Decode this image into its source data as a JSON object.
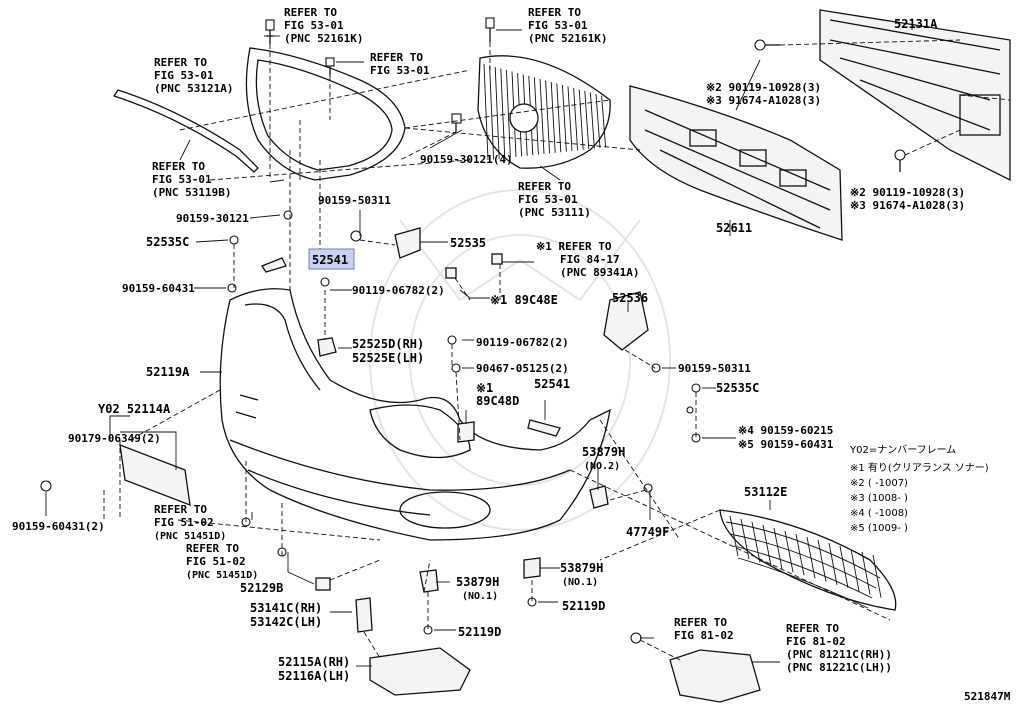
{
  "diagram_id": "521847M",
  "labels": {
    "refer_grille_top_left": [
      "REFER TO",
      "FIG 53-01",
      "(PNC 52161K)"
    ],
    "refer_grille_top_right": [
      "REFER TO",
      "FIG 53-01",
      "(PNC 52161K)"
    ],
    "refer_grille_frame": [
      "REFER TO",
      "FIG 53-01",
      "(PNC 53121A)"
    ],
    "refer_clip_fig": [
      "REFER TO",
      "FIG 53-01"
    ],
    "refer_molding": [
      "REFER TO",
      "FIG 53-01",
      "(PNC 53119B)"
    ],
    "refer_grille_center": [
      "REFER TO",
      "FIG 53-01",
      "(PNC 53111)"
    ],
    "p90159_30121_4": "90159-30121(4)",
    "p90159_30121": "90159-30121",
    "p90159_50311_top": "90159-50311",
    "p52535": "52535",
    "p52535C_left": "52535C",
    "p52541_highlight": "52541",
    "refer_fig84": [
      "※1 REFER TO",
      "FIG 84-17",
      "(PNC 89341A)"
    ],
    "p90159_60431_left": "90159-60431",
    "p90119_06782_2_a": "90119-06782(2)",
    "p89C48E": "※1 89C48E",
    "p52525D": "52525D(RH)",
    "p52525E": "52525E(LH)",
    "p90119_06782_2_b": "90119-06782(2)",
    "p52119A": "52119A",
    "p90467_05125": "90467-05125(2)",
    "p52536": "52536",
    "p90159_50311_right": "90159-50311",
    "p52535C_right": "52535C",
    "p89C48D": [
      "※1",
      "89C48D"
    ],
    "p52541_right": "52541",
    "y02_52114A": "Y02 52114A",
    "p90179_06349": "90179-06349(2)",
    "p90159_60215": "※4 90159-60215",
    "p90159_60431_right": "※5 90159-60431",
    "p53879H_no2": [
      "53879H",
      "(NO.2)"
    ],
    "p90159_60431_2": "90159-60431(2)",
    "refer_fig51_a": [
      "REFER TO",
      "FIG 51-02",
      "(PNC 51451D)"
    ],
    "refer_fig51_b": [
      "REFER TO",
      "FIG 51-02",
      "(PNC 51451D)"
    ],
    "p47749F": "47749F",
    "p53112E": "53112E",
    "p52129B": "52129B",
    "p53879H_no1_left": [
      "53879H",
      "(NO.1)"
    ],
    "p53879H_no1_right": [
      "53879H",
      "(NO.1)"
    ],
    "p53141C": "53141C(RH)",
    "p53142C": "53142C(LH)",
    "p52119D_left": "52119D",
    "p52119D_right": "52119D",
    "p52115A": "52115A(RH)",
    "p52116A": "52116A(LH)",
    "refer_fig81_left": [
      "REFER TO",
      "FIG 81-02"
    ],
    "refer_fig81_right": [
      "REFER TO",
      "FIG 81-02",
      "(PNC 81211C(RH))",
      "(PNC 81221C(LH))"
    ],
    "p52131A": "52131A",
    "p90119_10928_top": "※2 90119-10928(3)",
    "p91674_A1028_top": "※3 91674-A1028(3)",
    "p90119_10928_bot": "※2 90119-10928(3)",
    "p91674_A1028_bot": "※3 91674-A1028(3)",
    "p52611": "52611"
  },
  "legend": {
    "title": "Y02=ナンバーフレーム",
    "rows": [
      "※1 有り(クリアランス ソナー)",
      "※2 (      -1007)",
      "※3 (1008-      )",
      "※4 (      -1008)",
      "※5 (1009-      )"
    ]
  },
  "colors": {
    "highlight": "#c9d2ee",
    "line": "#111111"
  }
}
